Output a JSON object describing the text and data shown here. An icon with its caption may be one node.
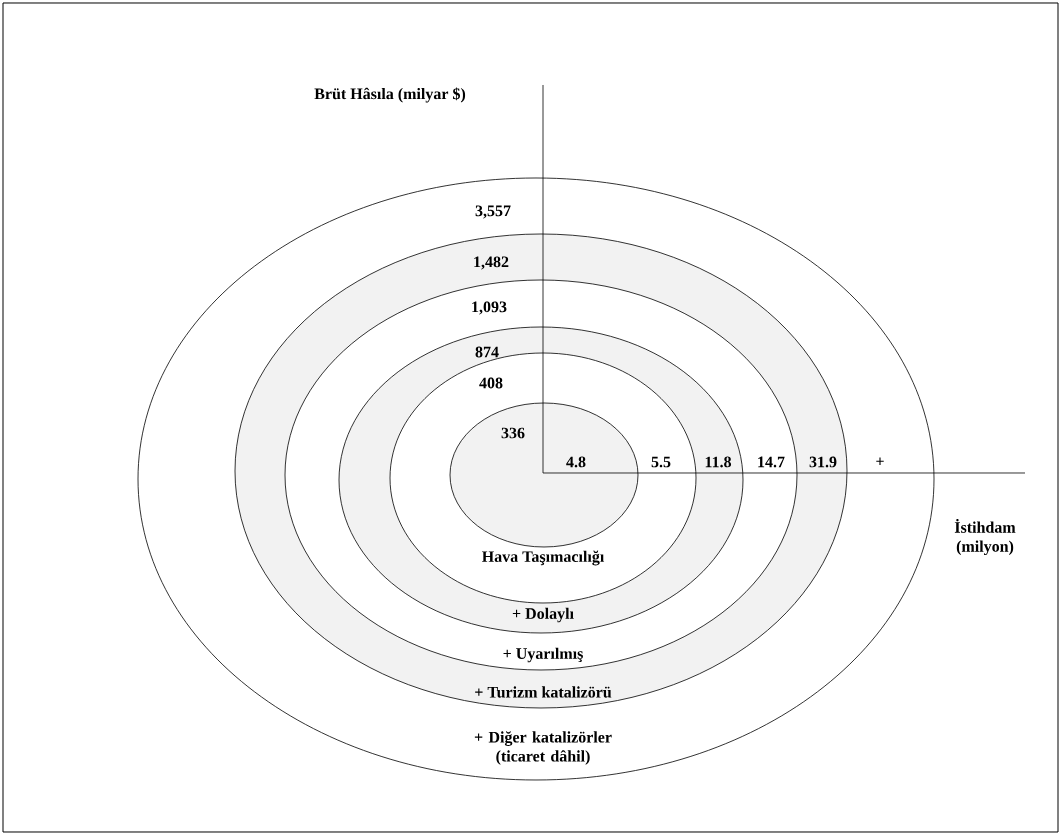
{
  "diagram": {
    "nodes": [
      {
        "text": [
          "3,557",
          "+",
          "+ Diğer katalizörler (ticaret dâhil)"
        ]
      },
      {
        "text": [
          "1,482",
          "31.9",
          "+ Turizm katalizörü"
        ],
        "in": 0
      },
      {
        "text": [
          "1,093",
          "14.7",
          "+ Uyarılmış"
        ],
        "in": 1
      },
      {
        "text": [
          "874",
          "11.8",
          "+ Dolaylı"
        ],
        "in": 2
      },
      {
        "text": [
          "408",
          "5.5",
          "Hava Taşımacılığı"
        ],
        "in": 3
      },
      {
        "text": [
          "336",
          "4.8"
        ],
        "in": 4
      }
    ],
    "labels": [
      "Brüt Hâsıla (milyar $)",
      "İstihdam (milyon)"
    ]
  }
}
